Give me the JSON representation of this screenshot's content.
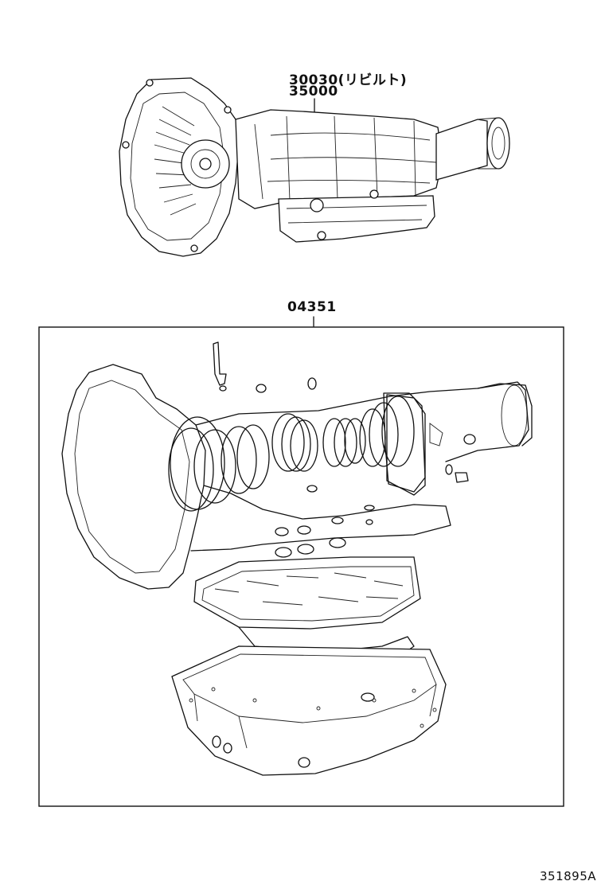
{
  "diagram": {
    "callouts": {
      "assembly_rebuilt": "30030(リビルト)",
      "assembly_new": "35000",
      "gasket_kit": "04351"
    },
    "figure_code": "351895A"
  }
}
